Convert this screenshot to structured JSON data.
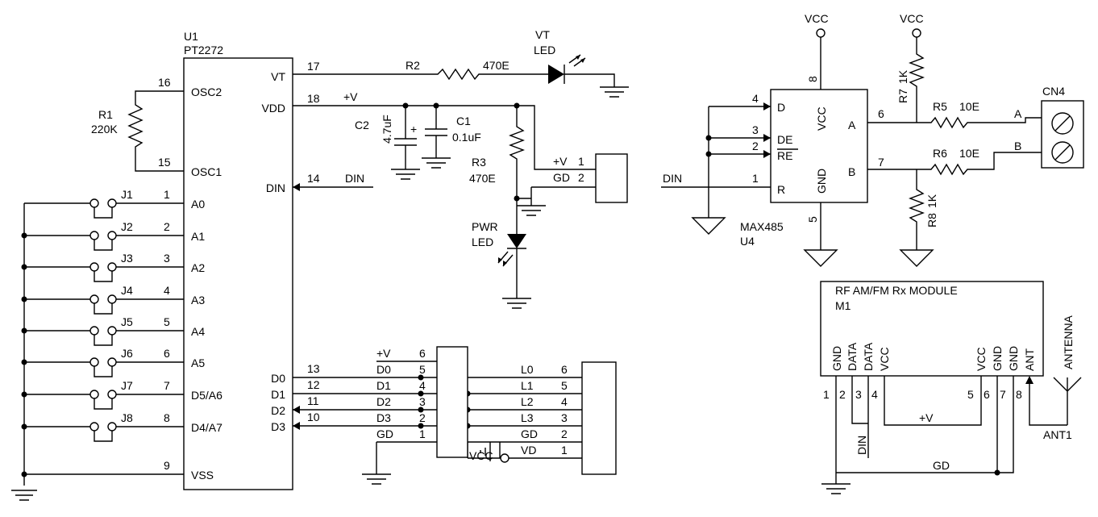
{
  "u1": {
    "ref": "U1",
    "part": "PT2272",
    "pins": [
      {
        "num": "16",
        "name": "OSC2"
      },
      {
        "num": "15",
        "name": "OSC1"
      },
      {
        "num": "1",
        "name": "A0"
      },
      {
        "num": "2",
        "name": "A1"
      },
      {
        "num": "3",
        "name": "A2"
      },
      {
        "num": "4",
        "name": "A3"
      },
      {
        "num": "5",
        "name": "A4"
      },
      {
        "num": "6",
        "name": "A5"
      },
      {
        "num": "7",
        "name": "D5/A6"
      },
      {
        "num": "8",
        "name": "D4/A7"
      },
      {
        "num": "9",
        "name": "VSS"
      },
      {
        "num": "17",
        "name": "VT"
      },
      {
        "num": "18",
        "name": "VDD"
      },
      {
        "num": "14",
        "name": "DIN"
      },
      {
        "num": "13",
        "name": "D0"
      },
      {
        "num": "12",
        "name": "D1"
      },
      {
        "num": "11",
        "name": "D2"
      },
      {
        "num": "10",
        "name": "D3"
      }
    ]
  },
  "jumpers": [
    "J1",
    "J2",
    "J3",
    "J4",
    "J5",
    "J6",
    "J7",
    "J8"
  ],
  "r1": {
    "ref": "R1",
    "value": "220K"
  },
  "r2": {
    "ref": "R2",
    "value": "470E"
  },
  "vt_led": {
    "line1": "VT",
    "line2": "LED"
  },
  "plus_v": "+V",
  "din": "DIN",
  "c2": {
    "ref": "C2",
    "value": "4.7uF",
    "polarity": "+"
  },
  "c1": {
    "ref": "C1",
    "value": "0.1uF"
  },
  "r3": {
    "ref": "R3",
    "value": "470E"
  },
  "pwr_led": {
    "line1": "PWR",
    "line2": "LED"
  },
  "pwr_conn": {
    "rows": [
      {
        "label": "+V",
        "num": "1"
      },
      {
        "label": "GD",
        "num": "2"
      }
    ]
  },
  "hdr_left": {
    "rows": [
      {
        "label": "+V",
        "num": "6"
      },
      {
        "label": "D0",
        "num": "5"
      },
      {
        "label": "D1",
        "num": "4"
      },
      {
        "label": "D2",
        "num": "3"
      },
      {
        "label": "D3",
        "num": "2"
      },
      {
        "label": "GD",
        "num": "1"
      }
    ]
  },
  "hdr_right": {
    "rows": [
      {
        "label": "L0",
        "num": "6"
      },
      {
        "label": "L1",
        "num": "5"
      },
      {
        "label": "L2",
        "num": "4"
      },
      {
        "label": "L3",
        "num": "3"
      },
      {
        "label": "GD",
        "num": "2"
      },
      {
        "label": "VD",
        "num": "1"
      }
    ]
  },
  "vcc": "VCC",
  "u4": {
    "ref": "U4",
    "part": "MAX485",
    "pins": [
      {
        "num": "4",
        "name": "D"
      },
      {
        "num": "3",
        "name": "DE"
      },
      {
        "num": "2",
        "name": "RE"
      },
      {
        "num": "1",
        "name": "R"
      },
      {
        "num": "8",
        "name": "VCC"
      },
      {
        "num": "5",
        "name": "GND"
      },
      {
        "num": "6",
        "name": "A"
      },
      {
        "num": "7",
        "name": "B"
      }
    ]
  },
  "r7": {
    "ref": "R7",
    "value": "1K"
  },
  "r8": {
    "ref": "R8",
    "value": "1K"
  },
  "r5": {
    "ref": "R5",
    "value": "10E"
  },
  "r6": {
    "ref": "R6",
    "value": "10E"
  },
  "cn4": {
    "ref": "CN4",
    "pin_a": "A",
    "pin_b": "B"
  },
  "m1": {
    "title": "RF AM/FM Rx MODULE",
    "ref": "M1",
    "pins": [
      {
        "name": "GND",
        "num": "1"
      },
      {
        "name": "DATA",
        "num": "2"
      },
      {
        "name": "DATA",
        "num": "3"
      },
      {
        "name": "VCC",
        "num": "4"
      },
      {
        "name": "VCC",
        "num": "5"
      },
      {
        "name": "GND",
        "num": "6"
      },
      {
        "name": "GND",
        "num": "7"
      },
      {
        "name": "ANT",
        "num": "8"
      }
    ]
  },
  "m1_nets": {
    "vplus": "+V",
    "gd": "GD",
    "din": "DIN"
  },
  "antenna": {
    "label": "ANTENNA",
    "ref": "ANT1"
  }
}
